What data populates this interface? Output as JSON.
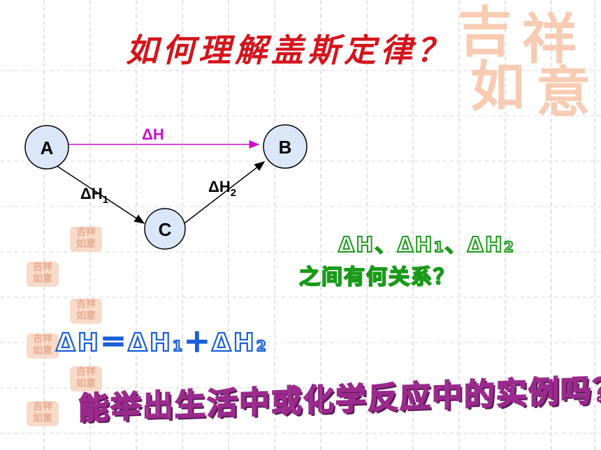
{
  "title": "如何理解盖斯定律？",
  "diagram": {
    "nodes": [
      {
        "id": "A",
        "label": "A"
      },
      {
        "id": "B",
        "label": "B"
      },
      {
        "id": "C",
        "label": "C"
      }
    ],
    "edges": [
      {
        "from": "A",
        "to": "B",
        "label": "ΔH",
        "sub": "",
        "color": "#cc10cc"
      },
      {
        "from": "A",
        "to": "C",
        "label": "ΔH",
        "sub": "1",
        "color": "#000000"
      },
      {
        "from": "C",
        "to": "B",
        "label": "ΔH",
        "sub": "2",
        "color": "#000000"
      }
    ],
    "node_fill": "#dbe6f8"
  },
  "question": {
    "line1_parts": [
      "ΔH、ΔH",
      "1",
      "、ΔH",
      "2"
    ],
    "line2": "之间有何关系？"
  },
  "formula": {
    "parts": [
      "ΔH＝ΔH",
      "1",
      "＋ΔH",
      "2"
    ]
  },
  "prompt": "能举出生活中或化学反应中的实例吗？",
  "seal": {
    "chars": [
      "吉",
      "祥",
      "如",
      "意"
    ]
  },
  "colors": {
    "title": "#d4141c",
    "question": "#1a9a1a",
    "formula": "#1a5ed8",
    "prompt": "#9a2a8c",
    "seal": "#f6c4a6"
  }
}
